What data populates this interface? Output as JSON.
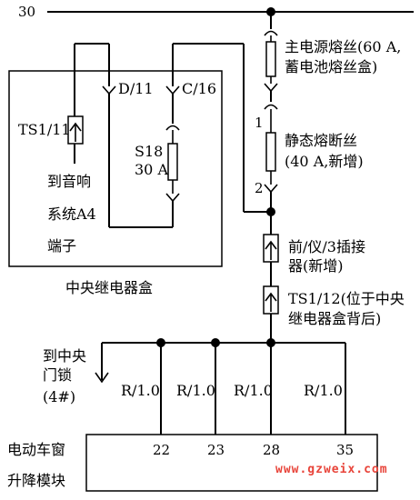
{
  "labels": {
    "bus_30": "30",
    "main_fuse_1": "主电源熔丝(60 A,",
    "main_fuse_2": "蓄电池熔丝盒)",
    "static_fuse_1": "静态熔断丝",
    "static_fuse_2": "(40 A,新增)",
    "pin_1": "1",
    "pin_2": "2",
    "conn_front_1": "前/仪/3插接",
    "conn_front_2": "器(新增)",
    "conn_ts_1": "TS1/12(位于中央",
    "conn_ts_2": "继电器盒背后)",
    "d11": "D/11",
    "c16": "C/16",
    "ts11": "TS1/11",
    "s18_1": "S18",
    "s18_2": "30 A",
    "audio_1": "到音响",
    "audio_2": "系统A4",
    "audio_3": "端子",
    "relay_box": "中央继电器盒",
    "door_1": "到中央",
    "door_2": "门锁",
    "door_3": "(4#)",
    "r1": "R/1.0",
    "r2": "R/1.0",
    "r3": "R/1.0",
    "r4": "R/1.0",
    "p22": "22",
    "p23": "23",
    "p28": "28",
    "p35": "35",
    "module_1": "电动车窗",
    "module_2": "升降模块",
    "watermark": "www.gzweix.com"
  },
  "colors": {
    "line": "#000000",
    "watermark": "#e8443a"
  }
}
